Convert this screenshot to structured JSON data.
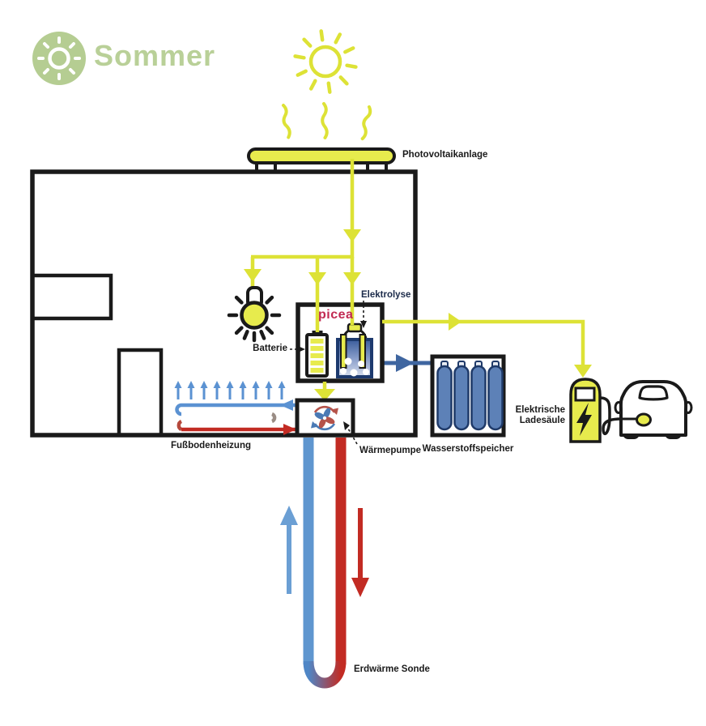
{
  "badge": {
    "label": "Sommer",
    "icon": "sun-icon"
  },
  "labels": {
    "photovoltaic": "Photovoltaikanlage",
    "electrolysis": "Elektrolyse",
    "battery": "Batterie",
    "picea_logo": "picea",
    "floor_heating": "Fußbodenheizung",
    "heat_pump": "Wärmepumpe",
    "hydrogen_storage": "Wasserstoffspeicher",
    "charging_station_line1": "Elektrische",
    "charging_station_line2": "Ladesäule",
    "geothermal_probe": "Erdwärme Sonde"
  },
  "icons": {
    "sun-icon": "ring with rays",
    "lightbulb-icon": "bulb with rays",
    "fan-icon": "heat pump fan with circulating arrows",
    "lightning-icon": "charging bolt",
    "car-icon": "electric car front",
    "gas-cylinder-icon": "hydrogen bottle"
  },
  "colors": {
    "energy_yellow": "#dde236",
    "fill_yellow": "#e7eb4d",
    "summer_green": "#b5cd92",
    "summer_text_green": "#b9d098",
    "picea_crimson": "#c12a52",
    "cool_blue": "#5b92d2",
    "hydrogen_steel_blue": "#3f66a0",
    "cylinder_blue": "#5d81b7",
    "warm_red": "#c22b23",
    "outline_black": "#1a1a1a"
  }
}
